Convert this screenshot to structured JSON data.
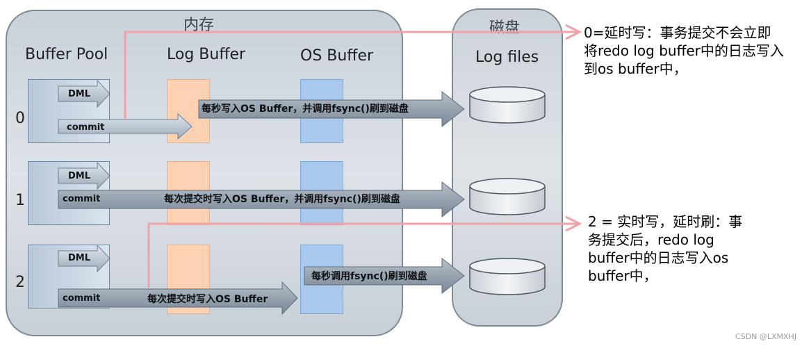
{
  "labels": {
    "memory": "内存",
    "disk": "磁盘",
    "buffer_pool": "Buffer Pool",
    "log_buffer": "Log Buffer",
    "os_buffer": "OS Buffer",
    "log_files": "Log files",
    "dml": "DML",
    "commit": "commit"
  },
  "rows": [
    {
      "id": "0",
      "arrow_text": "每秒写入OS Buffer，并调用fsync()刷到磁盘"
    },
    {
      "id": "1",
      "arrow_text": "每次提交时写入OS Buffer，并调用fsync()刷到磁盘"
    },
    {
      "id": "2",
      "arrow_text_1": "每次提交时写入OS Buffer",
      "arrow_text_2": "每秒调用fsync()刷到磁盘"
    }
  ],
  "annotations": {
    "a0": [
      "0=延时写：事务提交不会立即",
      "将redo log buffer中的日志写入",
      "到os buffer中，"
    ],
    "a2": [
      "2 = 实时写，延时刷：事",
      "务提交后，redo log",
      "buffer中的日志写入os",
      "buffer中，"
    ]
  },
  "watermark": "CSDN @LXMXHJ",
  "colors": {
    "pink_line": "#f4a0a8",
    "log_buffer": "#fdd2b3",
    "os_buffer": "#a9c9ee"
  }
}
